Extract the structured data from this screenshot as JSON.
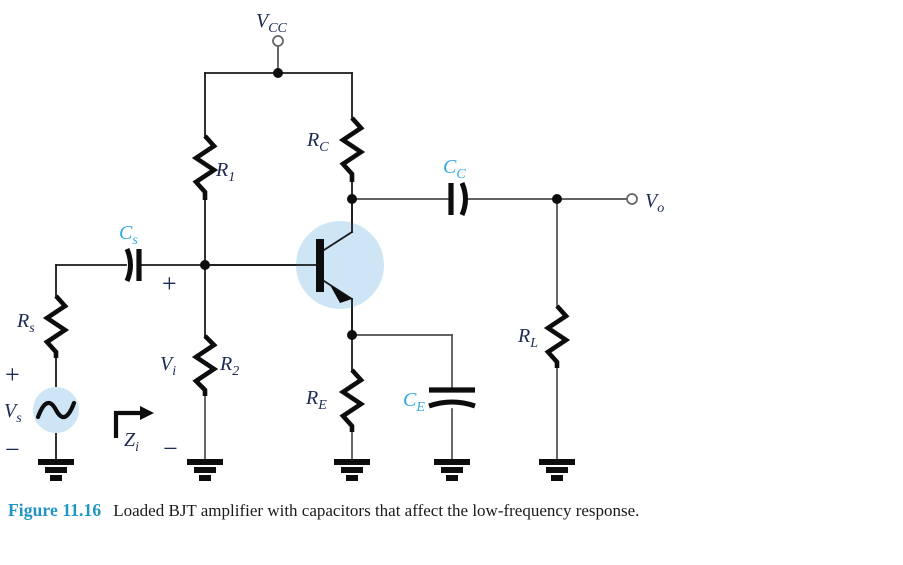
{
  "figure": {
    "caption_label": "Figure 11.16",
    "caption_text": "Loaded BJT amplifier with capacitors that affect the low-frequency response."
  },
  "colors": {
    "capacitor_label": "#2fa8e8",
    "component_label": "#1c2a52",
    "caption_label": "#2196c4",
    "transistor_disc": "#cde5f5",
    "source_disc": "#cde5f5",
    "wire": "#4d4d4d",
    "component_ink": "#0d0d0d"
  },
  "labels": {
    "vcc": {
      "base": "V",
      "sub": "CC"
    },
    "vo": {
      "base": "V",
      "sub": "o"
    },
    "vs": {
      "base": "V",
      "sub": "s"
    },
    "vi": {
      "base": "V",
      "sub": "i"
    },
    "zi": {
      "base": "Z",
      "sub": "i"
    },
    "r1": {
      "base": "R",
      "sub": "1"
    },
    "r2": {
      "base": "R",
      "sub": "2"
    },
    "rc": {
      "base": "R",
      "sub": "C"
    },
    "re": {
      "base": "R",
      "sub": "E"
    },
    "rs": {
      "base": "R",
      "sub": "s"
    },
    "rl": {
      "base": "R",
      "sub": "L"
    },
    "cs": {
      "base": "C",
      "sub": "s"
    },
    "cc": {
      "base": "C",
      "sub": "C"
    },
    "ce": {
      "base": "C",
      "sub": "E"
    },
    "plus_input": "+",
    "minus_input": "−",
    "plus_source": "+",
    "minus_source": "−"
  },
  "components": {
    "supply_terminal": "Vcc supply terminal",
    "output_terminal": "Vo output terminal",
    "transistor": "NPN bipolar junction transistor",
    "source": "AC voltage source"
  }
}
